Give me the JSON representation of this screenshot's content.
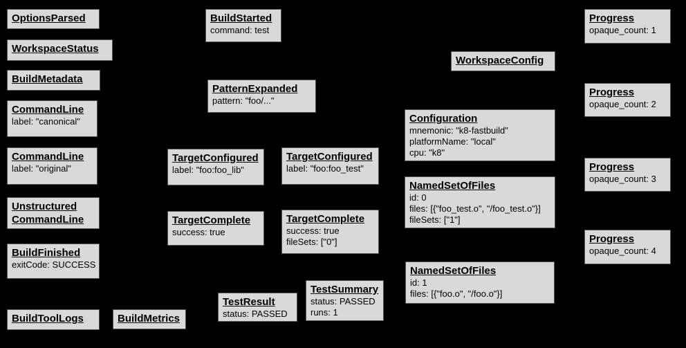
{
  "colors": {
    "background": "#000000",
    "node_fill": "#d9d9d9",
    "node_border": "#545454",
    "text": "#000000"
  },
  "nodes": [
    {
      "title": "OptionsParsed",
      "lines": []
    },
    {
      "title": "WorkspaceStatus",
      "lines": []
    },
    {
      "title": "BuildMetadata",
      "lines": []
    },
    {
      "title": "CommandLine",
      "lines": [
        "label: \"canonical\""
      ]
    },
    {
      "title": "CommandLine",
      "lines": [
        "label: \"original\""
      ]
    },
    {
      "title": "Unstructured\nCommandLine",
      "lines": []
    },
    {
      "title": "BuildFinished",
      "lines": [
        "exitCode: SUCCESS"
      ]
    },
    {
      "title": "BuildToolLogs",
      "lines": []
    },
    {
      "title": "BuildMetrics",
      "lines": []
    },
    {
      "title": "BuildStarted",
      "lines": [
        "command: test"
      ]
    },
    {
      "title": "PatternExpanded",
      "lines": [
        "pattern: \"foo/...\""
      ]
    },
    {
      "title": "TargetConfigured",
      "lines": [
        "label: \"foo:foo_lib\""
      ]
    },
    {
      "title": "TargetConfigured",
      "lines": [
        "label: \"foo:foo_test\""
      ]
    },
    {
      "title": "TargetComplete",
      "lines": [
        "success: true"
      ]
    },
    {
      "title": "TargetComplete",
      "lines": [
        "success: true",
        "fileSets: [\"0\"]"
      ]
    },
    {
      "title": "TestResult",
      "lines": [
        "status: PASSED"
      ]
    },
    {
      "title": "TestSummary",
      "lines": [
        "status: PASSED",
        "runs: 1"
      ]
    },
    {
      "title": "WorkspaceConfig",
      "lines": []
    },
    {
      "title": "Configuration",
      "lines": [
        "mnemonic: \"k8-fastbuild\"",
        "platformName: \"local\"",
        "cpu: \"k8\""
      ]
    },
    {
      "title": "NamedSetOfFiles",
      "lines": [
        "id: 0",
        "files: [{\"foo_test.o\", \"/foo_test.o\"}]",
        "fileSets: [\"1\"]"
      ]
    },
    {
      "title": "NamedSetOfFiles",
      "lines": [
        "id: 1",
        "files: [{\"foo.o\", \"/foo.o\"}]"
      ]
    },
    {
      "title": "Progress",
      "lines": [
        "opaque_count: 1"
      ]
    },
    {
      "title": "Progress",
      "lines": [
        "opaque_count: 2"
      ]
    },
    {
      "title": "Progress",
      "lines": [
        "opaque_count: 3"
      ]
    },
    {
      "title": "Progress",
      "lines": [
        "opaque_count: 4"
      ]
    }
  ]
}
